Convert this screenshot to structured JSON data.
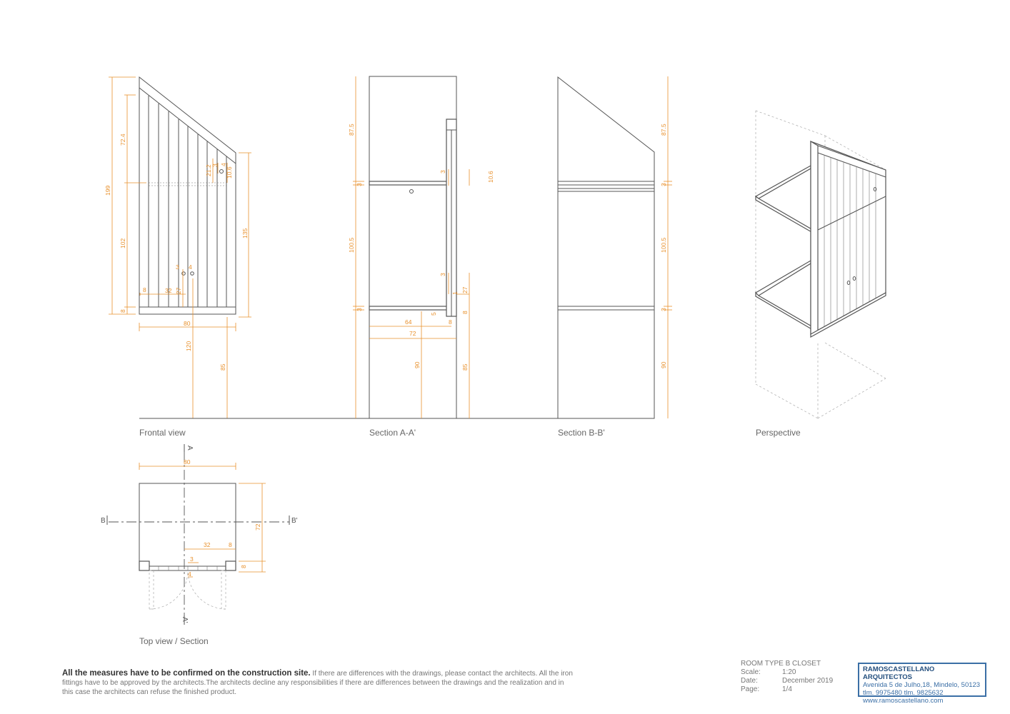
{
  "views": {
    "frontal": "Frontal view",
    "section_a": "Section A-A'",
    "section_b": "Section B-B'",
    "perspective": "Perspective",
    "top": "Top view / Section"
  },
  "markers": {
    "a_top": "A",
    "a_bottom": "A'",
    "b_left": "B",
    "b_right": "B'"
  },
  "dims": {
    "frontal": {
      "total_h": "199",
      "upper_h": "72.4",
      "mid_h": "102",
      "base_h": "8",
      "right_h": "135",
      "width": "80",
      "h120": "120",
      "h85": "85",
      "d212": "21.2",
      "d3a": "3",
      "d4a": "4",
      "d106": "10.6",
      "d3b": "3",
      "d4b": "4",
      "d8": "8",
      "d32": "32",
      "d27": "27"
    },
    "section_a": {
      "h875": "87.5",
      "s3a": "3",
      "h1005": "100.5",
      "s3b": "3",
      "w64": "64",
      "w8": "8",
      "w72": "72",
      "h90": "90",
      "h85": "85",
      "d5": "5",
      "d106": "10.6",
      "d3a": "3",
      "d3b": "3",
      "d27": "27",
      "d8": "8",
      "d1": "1"
    },
    "section_b": {
      "h875": "87.5",
      "s3a": "3",
      "h1005": "100.5",
      "s3b": "3",
      "h90": "90"
    },
    "top": {
      "w80": "80",
      "d72": "72",
      "w32": "32",
      "w8": "8",
      "d8": "8",
      "d3": "3",
      "d4": "4"
    }
  },
  "notes": {
    "bold": "All the measures have to be confirmed on the construction site.",
    "body": " If there are differences with the drawings, please contact the architects. All the iron fittings have to be approved by the architects.The architects decline any responsibilities if there are differences between the drawings and the realization and in this case the architects can refuse the finished product."
  },
  "title_block": {
    "title": "ROOM TYPE B CLOSET",
    "scale_label": "Scale:",
    "scale": "1:20",
    "date_label": "Date:",
    "date": "December 2019",
    "page_label": "Page:",
    "page": "1/4"
  },
  "firm": {
    "name": "RAMOSCASTELLANO ARQUITECTOS",
    "address": "Avenida 5 de Julho,18, Mindelo, 50123",
    "phones": "tlm. 9975480 tlm. 9825632",
    "web": "www.ramoscastellano.com"
  },
  "colors": {
    "dimension": "#e8912d",
    "line": "#555555",
    "firm": "#3b6fa6"
  }
}
